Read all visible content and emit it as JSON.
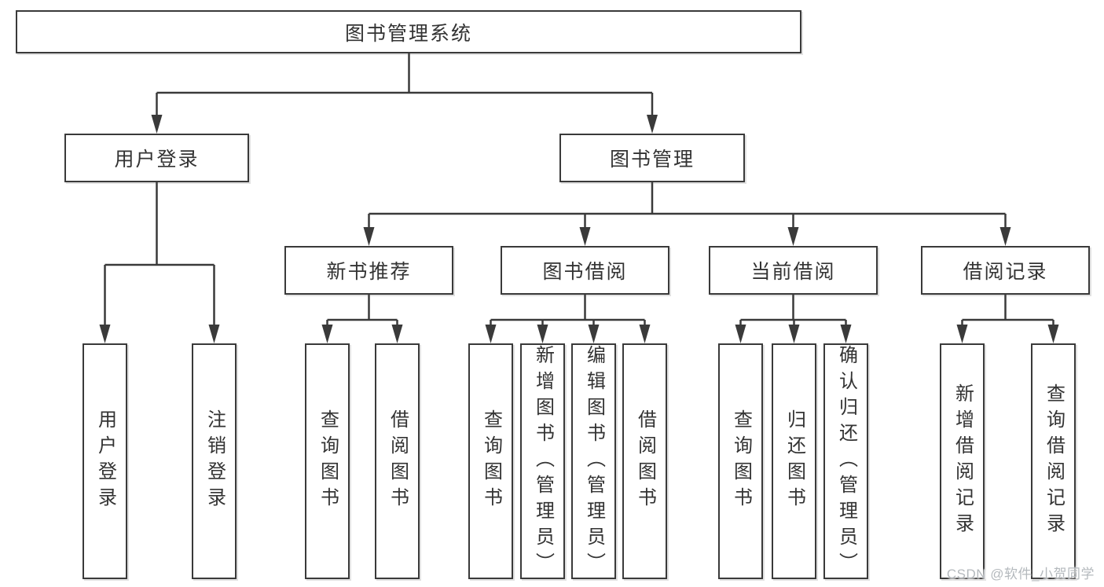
{
  "diagram": {
    "root": {
      "label": "图书管理系统"
    },
    "level2": [
      {
        "label": "用户登录"
      },
      {
        "label": "图书管理"
      }
    ],
    "level3": [
      {
        "label": "新书推荐"
      },
      {
        "label": "图书借阅"
      },
      {
        "label": "当前借阅"
      },
      {
        "label": "借阅记录"
      }
    ],
    "leaves": {
      "user_login": [
        {
          "label": "用户登录"
        },
        {
          "label": "注销登录"
        }
      ],
      "new_book_recommend": [
        {
          "label": "查询图书"
        },
        {
          "label": "借阅图书"
        }
      ],
      "book_borrow": [
        {
          "label": "查询图书"
        },
        {
          "label": "新增图书（管理员）"
        },
        {
          "label": "编辑图书（管理员）"
        },
        {
          "label": "借阅图书"
        }
      ],
      "current_borrow": [
        {
          "label": "查询图书"
        },
        {
          "label": "归还图书"
        },
        {
          "label": "确认归还（管理员）"
        }
      ],
      "borrow_records": [
        {
          "label": "新增借阅记录"
        },
        {
          "label": "查询借阅记录"
        }
      ]
    },
    "watermark": "CSDN @软件_小贺同学",
    "colors": {
      "line": "#3a3a3a",
      "text": "#333333",
      "watermark": "#b4b9bd",
      "background": "#ffffff"
    }
  }
}
